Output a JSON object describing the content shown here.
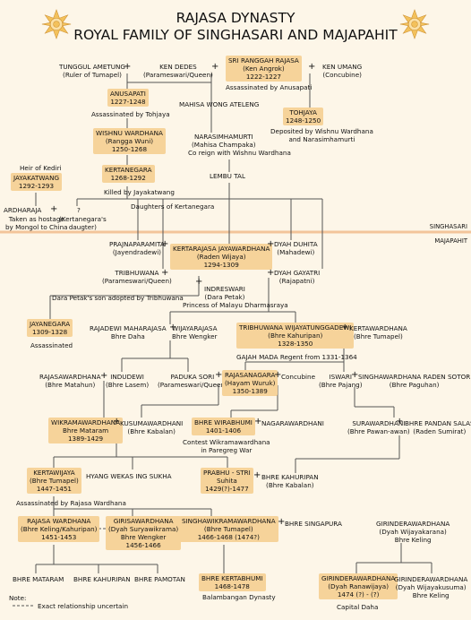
{
  "title": {
    "line1": "RAJASA DYNASTY",
    "line2": "ROYAL FAMILY OF SINGHASARI AND MAJAPAHIT"
  },
  "emblem": {
    "icon": "surya-majapahit-icon",
    "color": "#f3c15b"
  },
  "colors": {
    "box": "#f6d39a",
    "line": "#555555",
    "divider": "#f3c59a",
    "background": "#fdf6e8"
  },
  "eras": {
    "singhasari": "SINGHASARI",
    "majapahit": "MAJAPAHIT"
  },
  "persons": {
    "tunggul": {
      "name": "TUNGGUL AMETUNG",
      "sub": "(Ruler of Tumapel)"
    },
    "kendedes": {
      "name": "KEN DEDES",
      "sub": "(Parameswari/Queen)"
    },
    "angrok": {
      "name": "SRI RANGGAH RAJASA",
      "sub": "(Ken Angrok)",
      "years": "1222-1227"
    },
    "umang": {
      "name": "KEN UMANG",
      "sub": "(Concubine)"
    },
    "anusapati": {
      "name": "ANUSAPATI",
      "years": "1227-1248"
    },
    "tohjaya": {
      "name": "TOHJAYA",
      "years": "1248-1250"
    },
    "mahisa_wong": {
      "name": "MAHISA WONG ATELENG"
    },
    "wishnu": {
      "name": "WISHNU WARDHANA",
      "sub": "(Rangga Wuni)",
      "years": "1250-1268"
    },
    "narasimha": {
      "name": "NARASIMHAMURTI",
      "sub": "(Mahisa Champaka)"
    },
    "jayakatwang": {
      "name": "JAYAKATWANG",
      "years": "1292-1293"
    },
    "kertanegara": {
      "name": "KERTANEGARA",
      "years": "1268-1292"
    },
    "lembu_tal": {
      "name": "LEMBU TAL"
    },
    "ardharaja": {
      "name": "ARDHARAJA"
    },
    "question": {
      "name": "?"
    },
    "prajnaparamita": {
      "name": "PRAJNAPARAMITA",
      "sub": "(Jayendradewi)"
    },
    "raden_wijaya": {
      "name": "KERTARAJASA JAYAWARDHANA",
      "sub": "(Raden Wijaya)",
      "years": "1294-1309"
    },
    "dyah_duhita": {
      "name": "DYAH DUHITA",
      "sub": "(Mahadewi)"
    },
    "tribhuwana_q": {
      "name": "TRIBHUWANA",
      "sub": "(Parameswari/Queen)"
    },
    "dyah_gayatri": {
      "name": "DYAH GAYATRI",
      "sub": "(Rajapatni)"
    },
    "indreswari": {
      "name": "INDRESWARI",
      "sub": "(Dara Petak)"
    },
    "jayanegara": {
      "name": "JAYANEGARA",
      "years": "1309-1328"
    },
    "rajadewi": {
      "name": "RAJADEWI MAHARAJASA",
      "sub": "Bhre Daha"
    },
    "wijayarajasa": {
      "name": "WIJAYARAJASA",
      "sub": "Bhre Wengker"
    },
    "tribhuwana": {
      "name": "TRIBHUWANA WIJAYATUNGGADEWI",
      "sub": "(Bhre Kahuripan)",
      "years": "1328-1350"
    },
    "kertawardhana": {
      "name": "KERTAWARDHANA",
      "sub": "(Bhre Tumapel)"
    },
    "rajasawardhana": {
      "name": "RAJASAWARDHANA",
      "sub": "(Bhre Matahun)"
    },
    "indudewi": {
      "name": "INDUDEWI",
      "sub": "(Bhre Lasem)"
    },
    "paduka_sori": {
      "name": "PADUKA SORI",
      "sub": "(Parameswari/Queen)"
    },
    "hayam_wuruk": {
      "name": "RAJASANAGARA",
      "sub": "(Hayam Wuruk)",
      "years": "1350-1389"
    },
    "concubine": {
      "name": "Concubine"
    },
    "iswari": {
      "name": "ISWARI",
      "sub": "(Bhre Pajang)"
    },
    "singhawardhana": {
      "name": "SINGHAWARDHANA RADEN SOTOR",
      "sub": "(Bhre Paguhan)"
    },
    "wikramawardhana": {
      "name": "WIKRAMAWARDHANA",
      "sub": "Bhre Mataram",
      "years": "1389-1429"
    },
    "kusumawardhani": {
      "name": "KUSUMAWARDHANI",
      "sub": "(Bhre Kabalan)"
    },
    "wirabhumi": {
      "name": "BHRE WIRABHUMI",
      "years": "1401-1406"
    },
    "nagarawardhani": {
      "name": "NAGARAWARDHANI"
    },
    "surawardhani": {
      "name": "SURAWARDHANI",
      "sub": "(Bhre Pawan-awan)"
    },
    "pandan_salas": {
      "name": "BHRE PANDAN SALAS",
      "sub": "(Raden Sumirat)"
    },
    "kertawijaya": {
      "name": "KERTAWIJAYA",
      "sub": "(Bhre Tumapel)",
      "years": "1447-1451"
    },
    "hyang_wekas": {
      "name": "HYANG WEKAS ING SUKHA"
    },
    "suhita": {
      "name": "PRABHU - STRI",
      "sub": "Suhita",
      "years": "1429(?)-1477"
    },
    "kahuripan": {
      "name": "BHRE KAHURIPAN",
      "sub": "(Bhre Kabalan)"
    },
    "rajasa_w": {
      "name": "RAJASA WARDHANA",
      "sub": "(Bhre Keling/Kahuripan)",
      "years": "1451-1453"
    },
    "girisawardhana": {
      "name": "GIRISAWARDHANA",
      "sub": "(Dyah Suryawikrama)",
      "sub2": "Bhre Wengker",
      "years": "1456-1466"
    },
    "singhawikrama": {
      "name": "SINGHAWIKRAMAWARDHANA",
      "sub": "(Bhre Tumapel)",
      "years": "1466-1468 (1474?)"
    },
    "singapura": {
      "name": "BHRE SINGAPURA"
    },
    "girindrawardhana": {
      "name": "GIRINDERAWARDHANA",
      "sub": "(Dyah Wijayakarana)",
      "sub2": "Bhre Keling"
    },
    "mataram": {
      "name": "BHRE MATARAM"
    },
    "bhre_kahuripan2": {
      "name": "BHRE KAHURIPAN"
    },
    "pamotan": {
      "name": "BHRE PAMOTAN"
    },
    "kertabhumi": {
      "name": "BHRE KERTABHUMI",
      "years": "1468-1478"
    },
    "ranawijaya": {
      "name": "GIRINDERAWARDHANA",
      "sub": "(Dyah Ranawijaya)",
      "years": "1474 (?) - (?)"
    },
    "girindra2": {
      "name": "GIRINDERAWARDHANA",
      "sub": "(Dyah Wijayakusuma)",
      "sub2": "Bhre Keling"
    }
  },
  "annotations": {
    "angrok_note": "Assassinated by Anusapati",
    "anusapati_note": "Assassinated  by Tohjaya",
    "tohjaya_note1": "Deposited by Wishnu Wardhana",
    "tohjaya_note2": "and Narasimhamurti",
    "coreign": "Co reign   with Wishnu Wardhana",
    "heir": "Heir of Kediri",
    "killed": "Killed by  Jayakatwang",
    "daughters": "Daughters of Kertanegara",
    "hostage1": "Taken as hostage",
    "hostage2": "by Mongol to China",
    "kert_daughter1": "(Kertanegara's",
    "kert_daughter2": "daugter)",
    "dara_petak": "Dara Petak's son adopted by Tribhuwana",
    "malayu": "Princess of Malayu Dharmasraya",
    "assassinated": "Assassinated",
    "gajah_mada": "GAJAH MADA Regent from 1331-1364",
    "paregreg1": "Contest Wikramawardhana",
    "paregreg2": "in Paregreg War",
    "rajasa_assassinated": "Assassinated  by Rajasa Wardhana",
    "balambangan": "Balambangan Dynasty",
    "capital_daha": "Capital Daha",
    "note_label": "Note:",
    "note_text": "Exact relationship uncertain"
  }
}
